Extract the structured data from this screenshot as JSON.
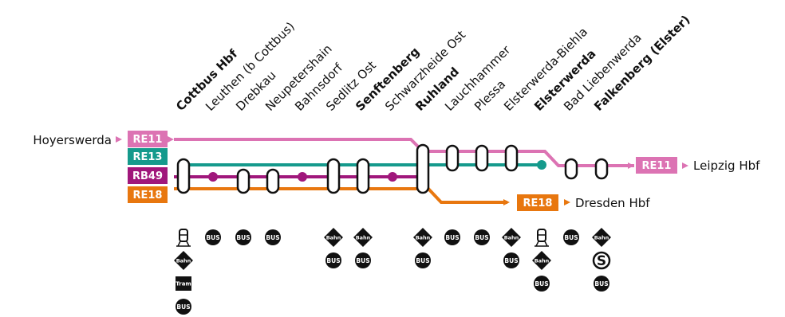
{
  "colors": {
    "RE11": "#dc73b3",
    "RE13": "#159a8c",
    "RB49": "#a0177b",
    "RE18": "#e8770f",
    "icon": "#111111"
  },
  "lines_left": [
    "RE11",
    "RE13",
    "RB49",
    "RE18"
  ],
  "origin": "Hoyerswerda",
  "destinations": [
    {
      "line": "RE11",
      "label": "Leipzig Hbf"
    },
    {
      "line": "RE18",
      "label": "Dresden Hbf"
    }
  ],
  "stations": [
    {
      "name": "Cottbus Hbf",
      "bold": true,
      "services": [
        "train-icon",
        "bahn",
        "tram",
        "bus"
      ]
    },
    {
      "name": "Leuthen (b Cottbus)",
      "bold": false,
      "services": [
        "bus"
      ]
    },
    {
      "name": "Drebkau",
      "bold": false,
      "services": [
        "bus"
      ]
    },
    {
      "name": "Neupetershain",
      "bold": false,
      "services": [
        "bus"
      ]
    },
    {
      "name": "Bahnsdorf",
      "bold": false,
      "services": []
    },
    {
      "name": "Sedlitz Ost",
      "bold": false,
      "services": [
        "bahn",
        "bus"
      ]
    },
    {
      "name": "Senftenberg",
      "bold": true,
      "services": [
        "bahn",
        "bus"
      ]
    },
    {
      "name": "Schwarzheide Ost",
      "bold": false,
      "services": []
    },
    {
      "name": "Ruhland",
      "bold": true,
      "services": [
        "bahn",
        "bus"
      ]
    },
    {
      "name": "Lauchhammer",
      "bold": false,
      "services": [
        "bus"
      ]
    },
    {
      "name": "Plessa",
      "bold": false,
      "services": [
        "bus"
      ]
    },
    {
      "name": "Elsterwerda-Biehla",
      "bold": false,
      "services": [
        "bahn",
        "bus"
      ]
    },
    {
      "name": "Elsterwerda",
      "bold": true,
      "services": [
        "train-icon",
        "bahn",
        "bus"
      ]
    },
    {
      "name": "Bad Liebenwerda",
      "bold": false,
      "services": [
        "bus"
      ]
    },
    {
      "name": "Falkenberg (Elster)",
      "bold": true,
      "services": [
        "bahn",
        "sbahn",
        "bus"
      ]
    }
  ],
  "icon_labels": {
    "bus": "BUS",
    "bahn": "Bahn",
    "tram": "Tram",
    "sbahn": "S"
  }
}
